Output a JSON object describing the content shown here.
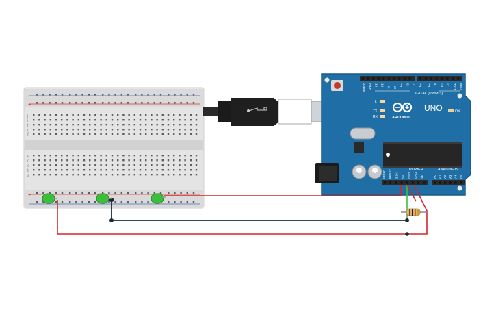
{
  "arduino": {
    "model_label": "UNO",
    "brand_label": "ARDUINO",
    "digital_header_label": "DIGITAL (PWM ~)",
    "power_label": "POWER",
    "analog_label": "ANALOG IN",
    "on_label": "ON",
    "tx_label": "TX",
    "rx_label": "RX",
    "l_label": "L",
    "digital_pins": [
      "AREF",
      "GND",
      "13",
      "12",
      "~11",
      "~10",
      "~9",
      "8",
      "7",
      "~6",
      "~5",
      "4",
      "~3",
      "2",
      "TX 1",
      "RX 0"
    ],
    "power_pins": [
      "IOREF",
      "RESET",
      "3.3V",
      "5V",
      "GND",
      "GND",
      "Vin"
    ],
    "analog_pins": [
      "A0",
      "A1",
      "A2",
      "A3",
      "A4",
      "A5"
    ]
  },
  "breadboard": {
    "row_letters_top": [
      "j",
      "i",
      "h",
      "g",
      "f"
    ],
    "row_letters_bottom": [
      "e",
      "d",
      "c",
      "b",
      "a"
    ],
    "plus_label": "+",
    "minus_label": "-"
  },
  "colors": {
    "wire_red": "#d32626",
    "wire_black": "#1b2a3a",
    "wire_green": "#3fbf3f",
    "board_blue": "#1f6fa6",
    "led_green": "#3bbf3b"
  },
  "icons": [
    "usb-cable-icon",
    "led-icon",
    "resistor-icon",
    "arduino-logo-icon",
    "reset-button-icon",
    "power-jack-icon"
  ]
}
